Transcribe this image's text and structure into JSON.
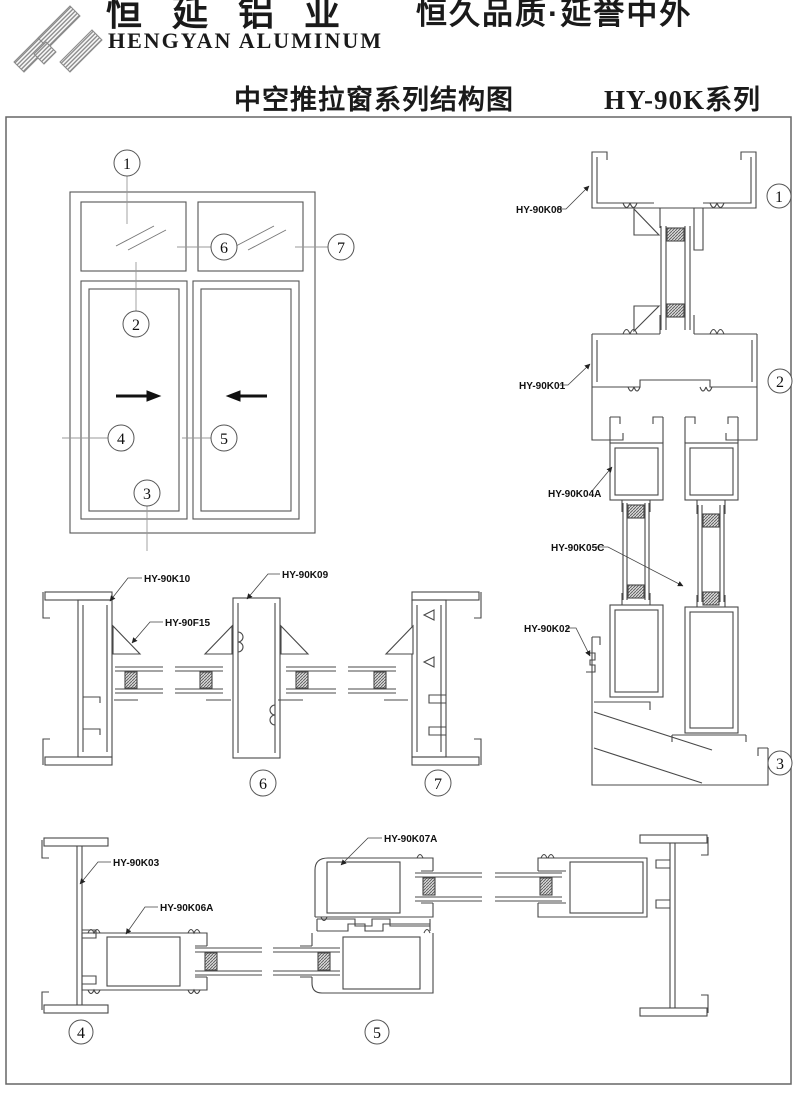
{
  "header": {
    "brand_cn": "恒延铝业",
    "brand_en": "HENGYAN ALUMINUM",
    "slogan": "恒久品质·延誉中外",
    "doc_title": "中空推拉窗系列结构图",
    "series": "HY-90K系列"
  },
  "part_labels": {
    "hy90k08": "HY-90K08",
    "hy90k01": "HY-90K01",
    "hy90k04a": "HY-90K04A",
    "hy90k05c": "HY-90K05C",
    "hy90k02": "HY-90K02",
    "hy90k10": "HY-90K10",
    "hy90f15": "HY-90F15",
    "hy90k09": "HY-90K09",
    "hy90k03": "HY-90K03",
    "hy90k06a": "HY-90K06A",
    "hy90k07a": "HY-90K07A"
  },
  "callouts": {
    "n1": "1",
    "n2": "2",
    "n3": "3",
    "n4": "4",
    "n5": "5",
    "n6": "6",
    "n7": "7"
  },
  "colors": {
    "line": "#484848",
    "frame_border": "#666666",
    "leader": "#444444",
    "callout_leader": "#999999",
    "logo_gray": "#858585",
    "text": "#111111"
  }
}
